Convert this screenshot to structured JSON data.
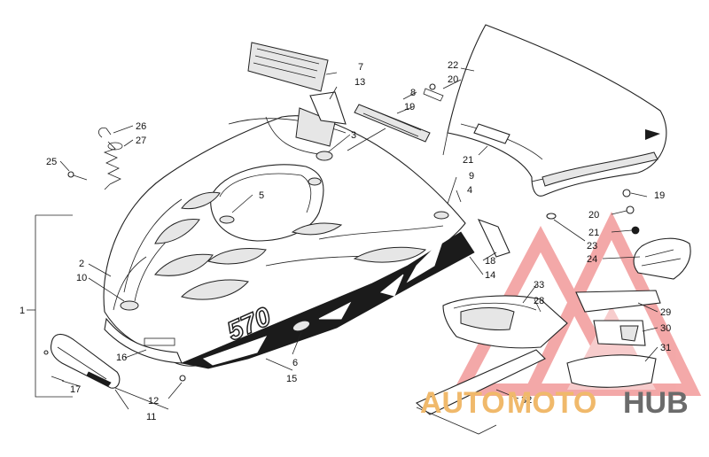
{
  "diagram": {
    "model_badge": "570",
    "callouts": [
      {
        "id": "c1",
        "text": "1"
      },
      {
        "id": "c2",
        "text": "2"
      },
      {
        "id": "c3",
        "text": "3"
      },
      {
        "id": "c4",
        "text": "4"
      },
      {
        "id": "c5",
        "text": "5"
      },
      {
        "id": "c6",
        "text": "6"
      },
      {
        "id": "c7",
        "text": "7"
      },
      {
        "id": "c8",
        "text": "8"
      },
      {
        "id": "c9",
        "text": "9"
      },
      {
        "id": "c10",
        "text": "10"
      },
      {
        "id": "c11",
        "text": "11"
      },
      {
        "id": "c12",
        "text": "12"
      },
      {
        "id": "c13",
        "text": "13"
      },
      {
        "id": "c14",
        "text": "14"
      },
      {
        "id": "c15",
        "text": "15"
      },
      {
        "id": "c16",
        "text": "16"
      },
      {
        "id": "c17",
        "text": "17"
      },
      {
        "id": "c18",
        "text": "18"
      },
      {
        "id": "c19a",
        "text": "19"
      },
      {
        "id": "c19b",
        "text": "19"
      },
      {
        "id": "c20a",
        "text": "20"
      },
      {
        "id": "c20b",
        "text": "20"
      },
      {
        "id": "c21a",
        "text": "21"
      },
      {
        "id": "c21b",
        "text": "21"
      },
      {
        "id": "c22",
        "text": "22"
      },
      {
        "id": "c23",
        "text": "23"
      },
      {
        "id": "c24",
        "text": "24"
      },
      {
        "id": "c25",
        "text": "25"
      },
      {
        "id": "c26",
        "text": "26"
      },
      {
        "id": "c27",
        "text": "27"
      },
      {
        "id": "c28",
        "text": "28"
      },
      {
        "id": "c29",
        "text": "29"
      },
      {
        "id": "c30",
        "text": "30"
      },
      {
        "id": "c31",
        "text": "31"
      },
      {
        "id": "c32",
        "text": "32"
      },
      {
        "id": "c33",
        "text": "33"
      }
    ]
  },
  "watermark": {
    "part1": "AUTO",
    "part2": "MOTO",
    "part3": "HUB",
    "color_primary": "#f0b96b",
    "color_secondary": "#6b6b6b",
    "logo_color": "#f29a9a"
  }
}
